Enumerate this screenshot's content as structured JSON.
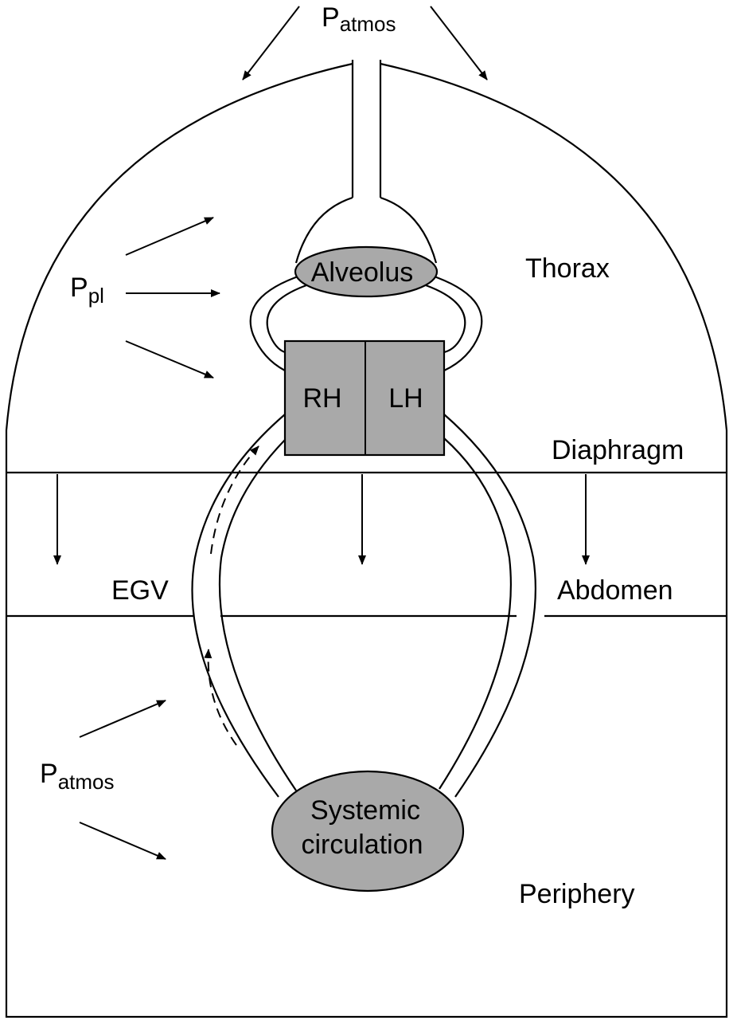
{
  "labels": {
    "p_atmos_top": {
      "main": "P",
      "sub": "atmos"
    },
    "p_pl": {
      "main": "P",
      "sub": "pl"
    },
    "p_atmos_bottom": {
      "main": "P",
      "sub": "atmos"
    },
    "alveolus": "Alveolus",
    "thorax": "Thorax",
    "rh": "RH",
    "lh": "LH",
    "diaphragm": "Diaphragm",
    "egv": "EGV",
    "abdomen": "Abdomen",
    "systemic_line1": "Systemic",
    "systemic_line2": "circulation",
    "periphery": "Periphery"
  },
  "colors": {
    "fill_gray": "#a9a9a9",
    "stroke": "#000000",
    "background": "#ffffff"
  }
}
